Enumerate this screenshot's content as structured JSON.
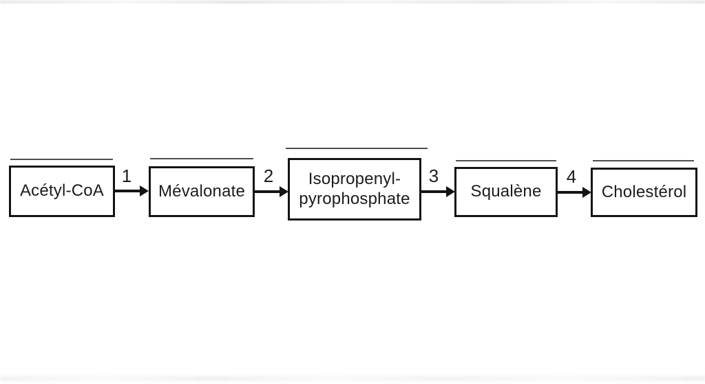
{
  "pathway": {
    "steps": [
      {
        "label": "Acétyl-CoA"
      },
      {
        "label": "Mévalonate"
      },
      {
        "label": "Isopropenyl-\npyrophosphate"
      },
      {
        "label": "Squalène"
      },
      {
        "label": "Cholestérol"
      }
    ],
    "arrows": [
      {
        "label": "1"
      },
      {
        "label": "2"
      },
      {
        "label": "3"
      },
      {
        "label": "4"
      }
    ]
  },
  "colors": {
    "background": "#ffffff",
    "box_border": "#141414",
    "box_text": "#1c1c1c",
    "arrow": "#141414",
    "answer_line": "#4e4e4e"
  }
}
